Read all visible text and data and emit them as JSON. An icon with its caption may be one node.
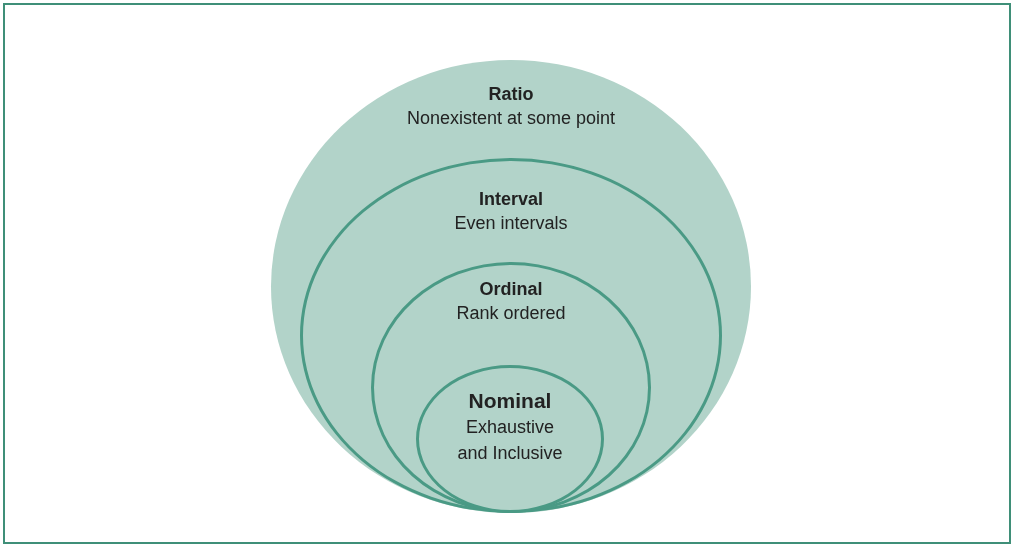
{
  "diagram": {
    "nodes": [
      {
        "text": [
          "Ratio",
          "Nonexistent at some point"
        ]
      },
      {
        "text": [
          "Interval",
          "Even intervals"
        ],
        "in": 0
      },
      {
        "text": [
          "Ordinal",
          "Rank ordered"
        ],
        "in": 1
      },
      {
        "text": [
          "Nominal",
          "Exhaustive and Inclusive"
        ],
        "in": 2
      }
    ],
    "edges": []
  }
}
